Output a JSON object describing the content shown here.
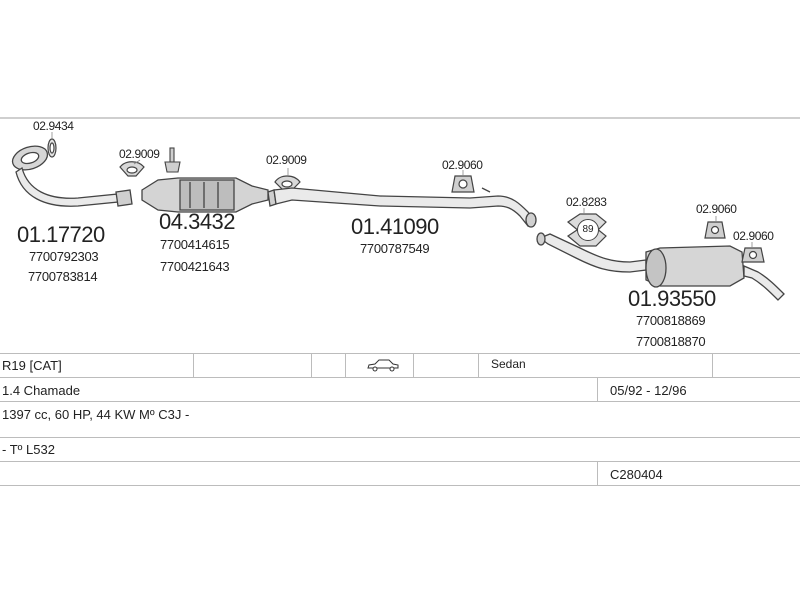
{
  "parts": [
    {
      "ref": "02.9434"
    },
    {
      "ref": "02.9009"
    },
    {
      "ref": "02.9009"
    },
    {
      "ref": "02.9060"
    },
    {
      "ref": "02.8283"
    },
    {
      "ref": "02.9060"
    },
    {
      "ref": "02.9060"
    },
    {
      "ref": "01.17720",
      "oe": [
        "7700792303",
        "7700783814"
      ]
    },
    {
      "ref": "04.3432",
      "oe": [
        "7700414615",
        "7700421643"
      ]
    },
    {
      "ref": "01.41090",
      "oe": [
        "7700787549"
      ]
    },
    {
      "ref": "01.93550",
      "oe": [
        "7700818869",
        "7700818870"
      ]
    }
  ],
  "vehicle": {
    "model": "R19  [CAT]",
    "body_type": "Sedan",
    "variant": "1.4 Chamade",
    "years": "05/92 - 12/96",
    "engine": "1397 cc, 60 HP, 44 KW Mº C3J -",
    "type_code": "- Tº L532",
    "catalog_code": "C280404",
    "badge_number": "89"
  },
  "icons": {
    "car": "sedan-car-icon"
  },
  "colors": {
    "line": "#444444",
    "part_fill": "#d9d9d9",
    "grid": "#bcbcbc"
  }
}
